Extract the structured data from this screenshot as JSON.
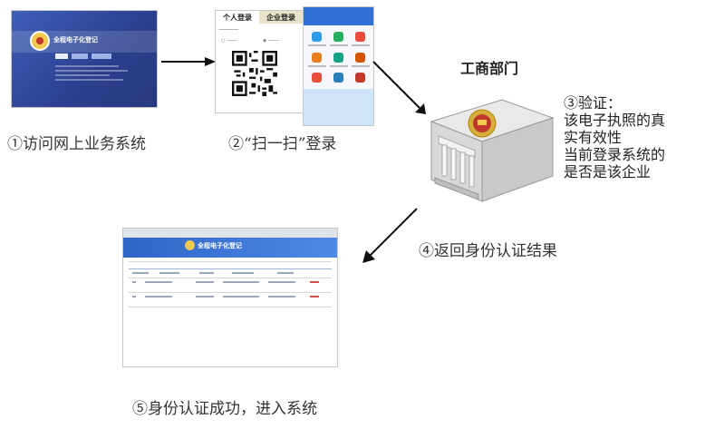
{
  "dept_label": "工商部门",
  "steps": {
    "s1": "①访问网上业务系统",
    "s2": "②“扫一扫”登录",
    "s3": [
      "③验证：",
      "该电子执照的真",
      "实有效性",
      "当前登录系统的",
      "是否是该企业"
    ],
    "s4": "④返回身份认证结果",
    "s5": "⑤身份认证成功，进入系统"
  },
  "shot2_tabs": [
    "个人登录",
    "企业登录"
  ],
  "shot1_title": "全程电子化登记",
  "shot5_title": "全程电子化登记",
  "colors": {
    "arrow": "#111111",
    "banner": "#2f64c8",
    "seal": "#c0392b"
  }
}
